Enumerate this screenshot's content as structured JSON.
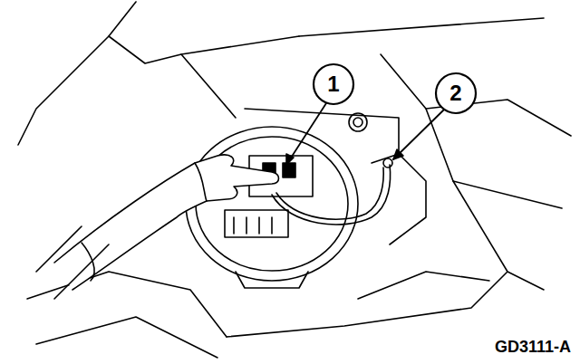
{
  "diagram": {
    "labels": [
      "1",
      "2",
      "GD3111-A"
    ]
  }
}
